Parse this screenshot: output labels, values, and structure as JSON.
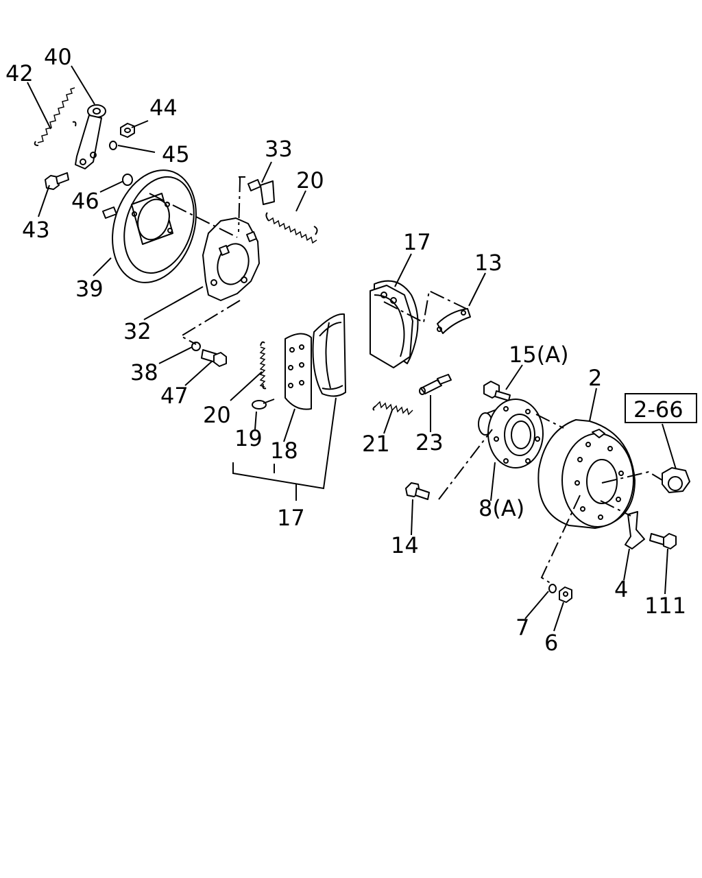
{
  "labels": {
    "l42": "42",
    "l40": "40",
    "l44": "44",
    "l45": "45",
    "l46": "46",
    "l43": "43",
    "l33": "33",
    "l20a": "20",
    "l39": "39",
    "l32": "32",
    "l17a": "17",
    "l13": "13",
    "l38": "38",
    "l47": "47",
    "l20b": "20",
    "l19": "19",
    "l18": "18",
    "l17b": "17",
    "l21": "21",
    "l23": "23",
    "l15": "15(A)",
    "l2": "2",
    "ref": "2-66",
    "l8": "8(A)",
    "l14": "14",
    "l4": "4",
    "l111": "111",
    "l7": "7",
    "l6": "6"
  }
}
